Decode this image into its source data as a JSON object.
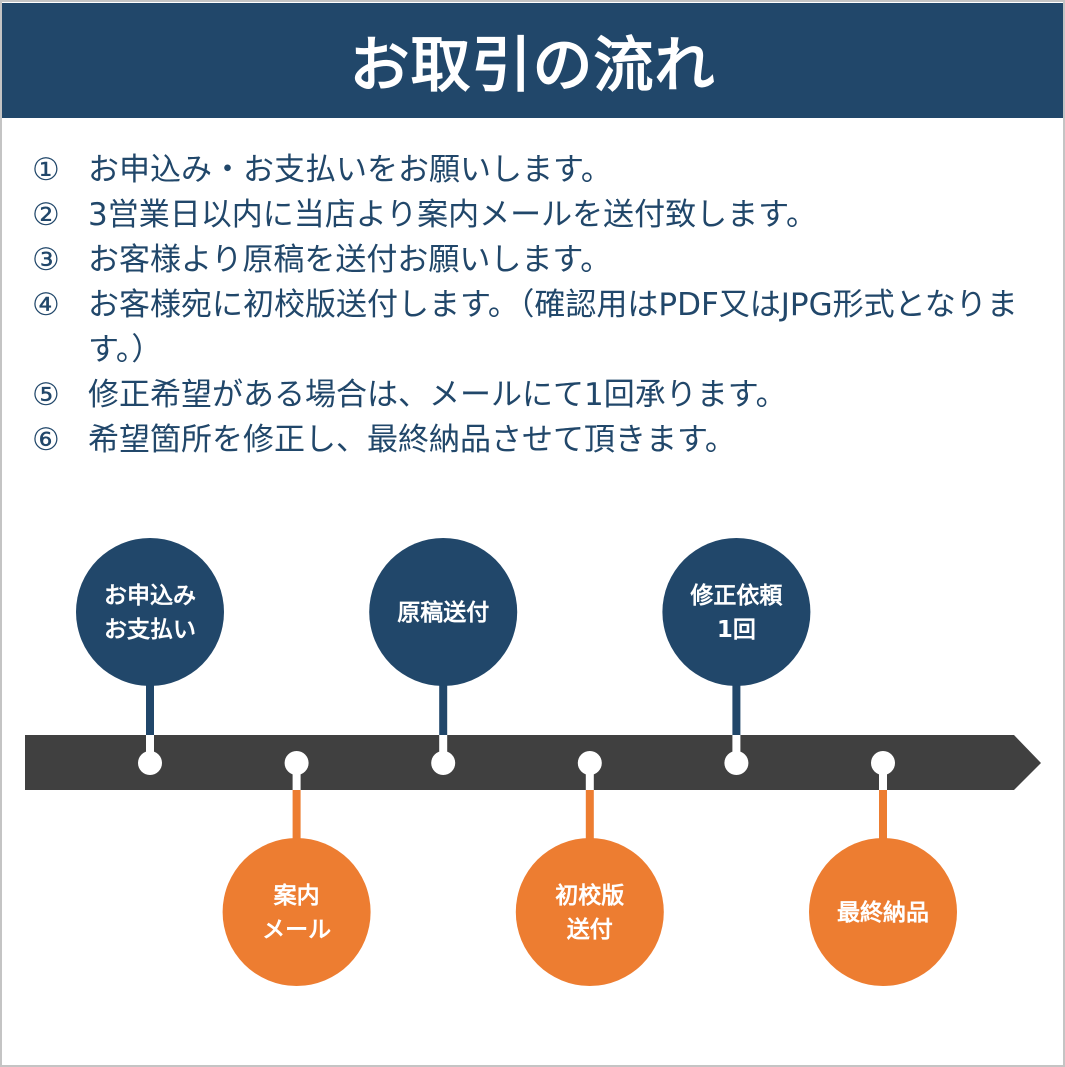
{
  "header": {
    "title": "お取引の流れ"
  },
  "steps": [
    {
      "num": "①",
      "text": "お申込み・お支払いをお願いします。"
    },
    {
      "num": "②",
      "text": "3営業日以内に当店より案内メールを送付致します。"
    },
    {
      "num": "③",
      "text": "お客様より原稿を送付お願いします。"
    },
    {
      "num": "④",
      "text": "お客様宛に初校版送付します。（確認用はPDF又はJPG形式となります。）"
    },
    {
      "num": "⑤",
      "text": "修正希望がある場合は、メールにて1回承ります。"
    },
    {
      "num": "⑥",
      "text": "希望箇所を修正し、最終納品させて頂きます。"
    }
  ],
  "timeline": {
    "colors": {
      "top": "#21476a",
      "bottom": "#ed7d31",
      "bar": "#404040"
    },
    "nodes": [
      {
        "position": "top",
        "lines": [
          "お申込み",
          "お支払い"
        ]
      },
      {
        "position": "bottom",
        "lines": [
          "案内",
          "メール"
        ]
      },
      {
        "position": "top",
        "lines": [
          "原稿送付"
        ]
      },
      {
        "position": "bottom",
        "lines": [
          "初校版",
          "送付"
        ]
      },
      {
        "position": "top",
        "lines": [
          "修正依頼",
          "1回"
        ]
      },
      {
        "position": "bottom",
        "lines": [
          "最終納品"
        ]
      }
    ]
  }
}
